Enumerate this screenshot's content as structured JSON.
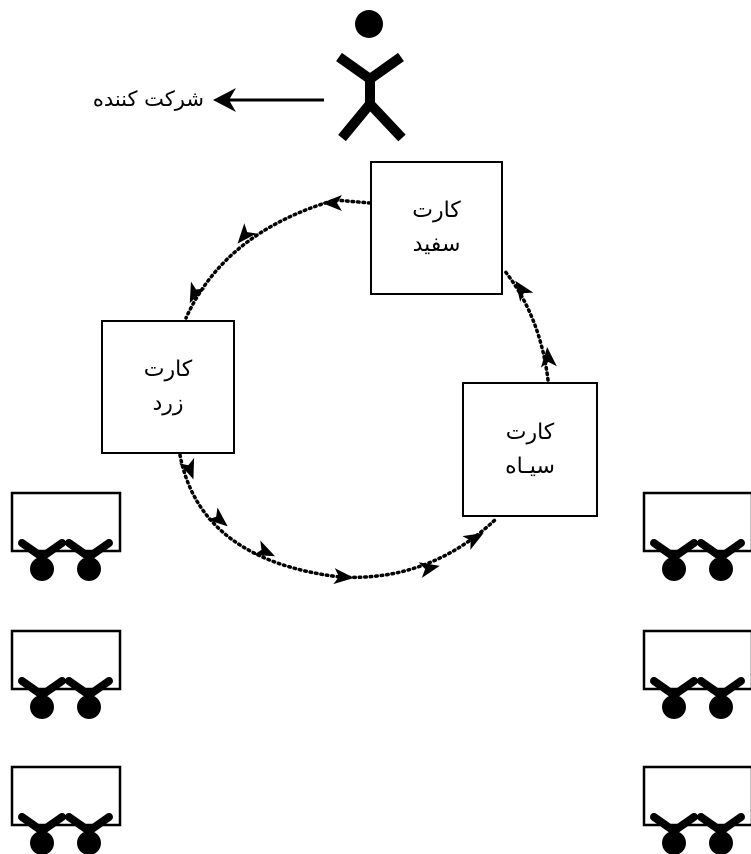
{
  "participant": {
    "label": "شرکت کننده",
    "icon": "person-icon"
  },
  "cards": {
    "white": {
      "line1": "کارت",
      "line2": "سفید"
    },
    "yellow": {
      "line1": "کارت",
      "line2": "زرد"
    },
    "black": {
      "line1": "کارت",
      "line2": "سیـاه"
    }
  },
  "desks": {
    "left_column_count": 3,
    "right_column_count": 3,
    "icon": "desk-icon"
  },
  "colors": {
    "ink": "#000000",
    "background": "#ffffff"
  }
}
